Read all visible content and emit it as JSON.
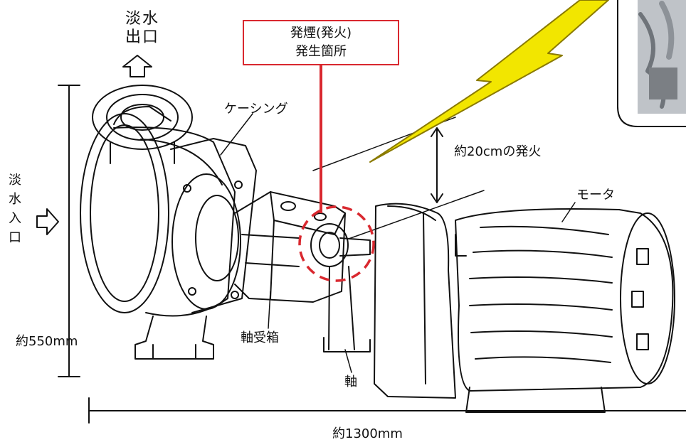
{
  "labels": {
    "outlet": [
      "淡水",
      "出口"
    ],
    "inlet": [
      "淡",
      "水",
      "入",
      "口"
    ],
    "origin": [
      "発煙(発火)",
      "発生箇所"
    ],
    "casing": "ケーシング",
    "flame": "約20cmの発火",
    "motor": "モータ",
    "bearing_box": "軸受箱",
    "shaft": "軸",
    "height": "約550mm",
    "length": "約1300mm"
  },
  "colors": {
    "highlight": "#d9282f",
    "flame_fill": "#f2e600",
    "flame_stroke": "#8a7a00",
    "line": "#111111"
  }
}
